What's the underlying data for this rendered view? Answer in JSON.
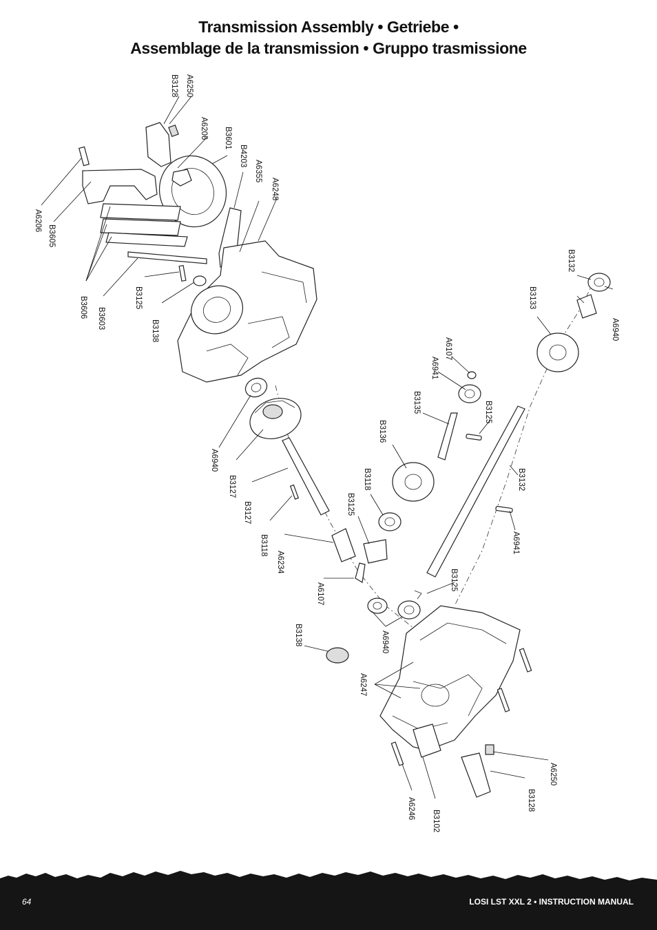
{
  "title": {
    "line1": "Transmission Assembly • Getriebe •",
    "line2": "Assemblage de la transmission • Gruppo trasmissione"
  },
  "parts": [
    {
      "id": "p1",
      "code": "A6250"
    },
    {
      "id": "p2",
      "code": "B3128"
    },
    {
      "id": "p3",
      "code": "A6206"
    },
    {
      "id": "p4",
      "code": "B3601"
    },
    {
      "id": "p5",
      "code": "B4203"
    },
    {
      "id": "p6",
      "code": "A6355"
    },
    {
      "id": "p7",
      "code": "A6248"
    },
    {
      "id": "p8",
      "code": "A6206"
    },
    {
      "id": "p9",
      "code": "B3605"
    },
    {
      "id": "p10",
      "code": "B3606"
    },
    {
      "id": "p11",
      "code": "B3603"
    },
    {
      "id": "p12",
      "code": "B3125"
    },
    {
      "id": "p13",
      "code": "B3138"
    },
    {
      "id": "p14",
      "code": "B3132"
    },
    {
      "id": "p15",
      "code": "B3133"
    },
    {
      "id": "p16",
      "code": "A6940"
    },
    {
      "id": "p17",
      "code": "A6107"
    },
    {
      "id": "p18",
      "code": "A6941"
    },
    {
      "id": "p19",
      "code": "B3135"
    },
    {
      "id": "p20",
      "code": "B3125"
    },
    {
      "id": "p21",
      "code": "B3136"
    },
    {
      "id": "p22",
      "code": "B3132"
    },
    {
      "id": "p23",
      "code": "A6940"
    },
    {
      "id": "p24",
      "code": "B3118"
    },
    {
      "id": "p25",
      "code": "B3127"
    },
    {
      "id": "p26",
      "code": "B3125"
    },
    {
      "id": "p27",
      "code": "B3127"
    },
    {
      "id": "p28",
      "code": "A6941"
    },
    {
      "id": "p29",
      "code": "B3118"
    },
    {
      "id": "p30",
      "code": "A6234"
    },
    {
      "id": "p31",
      "code": "B3125"
    },
    {
      "id": "p32",
      "code": "A6107"
    },
    {
      "id": "p33",
      "code": "A6940"
    },
    {
      "id": "p34",
      "code": "B3138"
    },
    {
      "id": "p35",
      "code": "A6247"
    },
    {
      "id": "p36",
      "code": "A6250"
    },
    {
      "id": "p37",
      "code": "B3128"
    },
    {
      "id": "p38",
      "code": "A6246"
    },
    {
      "id": "p39",
      "code": "B3102"
    }
  ],
  "footer": {
    "page_number": "64",
    "manual_name": "LOSI LST XXL 2 • INSTRUCTION MANUAL"
  }
}
